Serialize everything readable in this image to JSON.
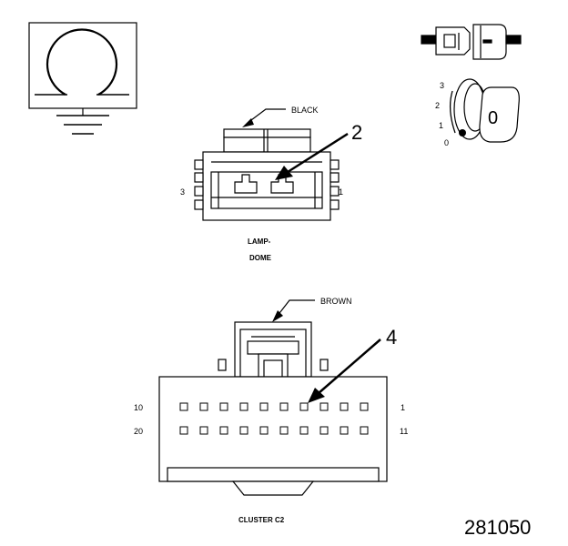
{
  "lamp_connector": {
    "color_label": "BLACK",
    "callout_number": "2",
    "pin_left": "3",
    "pin_right": "1",
    "name_line1": "LAMP-",
    "name_line2": "DOME"
  },
  "cluster_connector": {
    "color_label": "BROWN",
    "callout_number": "4",
    "row1_left_pin": "10",
    "row1_right_pin": "1",
    "row2_left_pin": "20",
    "row2_right_pin": "11",
    "name": "CLUSTER C2"
  },
  "ignition_switch": {
    "positions": [
      "3",
      "2",
      "1",
      "0"
    ],
    "key_label": "0"
  },
  "symbols": {
    "omega_icon": "Ω",
    "ground_icon": "ground"
  },
  "figure_number": "281050"
}
